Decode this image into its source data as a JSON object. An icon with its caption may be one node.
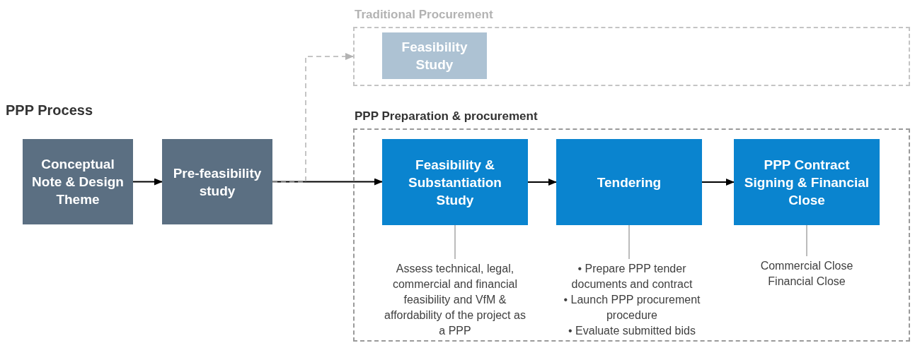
{
  "diagram": {
    "title": "PPP Process",
    "nodes": [
      {
        "text": [
          "Traditional Procurement"
        ]
      },
      {
        "text": [
          "Feasibility Study"
        ],
        "in": 0
      },
      {
        "text": [
          "PPP Preparation & procurement"
        ]
      },
      {
        "text": [
          "Conceptual Note & Design Theme"
        ]
      },
      {
        "text": [
          "Pre-feasibility study"
        ]
      },
      {
        "text": [
          "Feasibility & Substantiation Study"
        ],
        "in": 2
      },
      {
        "text": [
          "Tendering"
        ],
        "in": 2
      },
      {
        "text": [
          "PPP Contract Signing & Financial Close"
        ],
        "in": 2
      },
      {
        "text": [
          "Assess technical, legal, commercial and financial feasibility and VfM & affordability of the project as a PPP"
        ],
        "in": 2
      },
      {
        "text": [
          "• Prepare PPP tender documents and contract",
          "• Launch PPP procurement procedure",
          "• Evaluate submitted bids"
        ],
        "in": 2
      },
      {
        "text": [
          "Commercial Close",
          "Financial Close"
        ],
        "in": 2
      }
    ],
    "edges": [
      {
        "from": 3,
        "to": 4,
        "arrow": "to"
      },
      {
        "from": 4,
        "to": 5,
        "arrow": "to"
      },
      {
        "from": 4,
        "to": 0,
        "arrow": "to",
        "style": "dashed",
        "color": "#b3b3b3"
      },
      {
        "from": 5,
        "to": 6,
        "arrow": "to"
      },
      {
        "from": 6,
        "to": 7,
        "arrow": "to"
      },
      {
        "from": 5,
        "to": 8,
        "arrow": "none",
        "color": "#a6a6a6"
      },
      {
        "from": 6,
        "to": 9,
        "arrow": "none",
        "color": "#a6a6a6"
      },
      {
        "from": 7,
        "to": 10,
        "arrow": "none",
        "color": "#a6a6a6"
      }
    ]
  }
}
